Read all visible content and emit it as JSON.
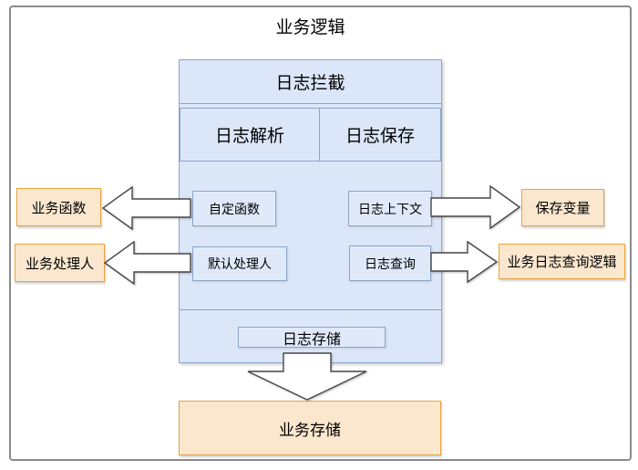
{
  "diagram": {
    "title": "业务逻辑",
    "interceptor": {
      "header": "日志拦截",
      "columns": {
        "parse": "日志解析",
        "save": "日志保存"
      },
      "boxes": {
        "custom_function": "自定函数",
        "log_context": "日志上下文",
        "default_handler": "默认处理人",
        "log_query": "日志查询",
        "log_storage": "日志存储"
      }
    },
    "external": {
      "business_function": "业务函数",
      "business_handler": "业务处理人",
      "save_variable": "保存变量",
      "business_log_query_logic": "业务日志查询逻辑",
      "business_storage": "业务存储"
    },
    "arrows": [
      "custom_function -> business_function",
      "default_handler -> business_handler",
      "log_context -> save_variable",
      "log_query -> business_log_query_logic",
      "log_storage -> business_storage"
    ],
    "colors": {
      "blue_fill": "#dbe6f8",
      "blue_inner_fill": "#dfe9fa",
      "blue_border": "#8ea4c9",
      "orange_fill": "#fbe7ce",
      "orange_border": "#e8a33d",
      "frame_border": "#8a8a8a",
      "arrow_fill": "#ffffff",
      "arrow_stroke": "#474747"
    }
  }
}
